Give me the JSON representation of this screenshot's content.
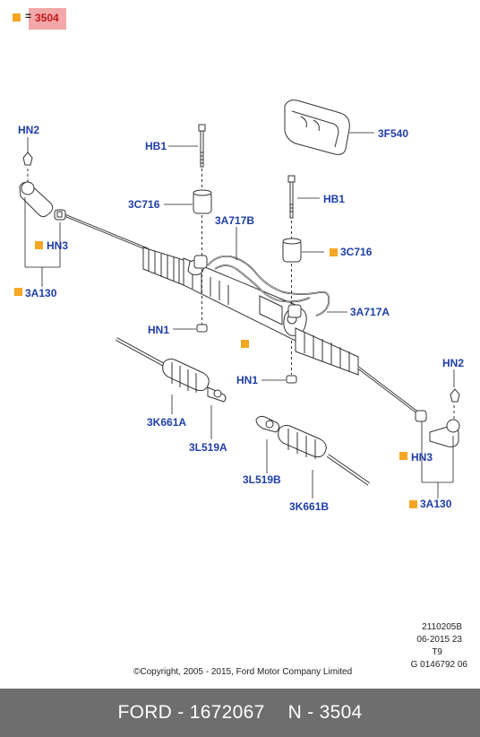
{
  "legend": {
    "symbol_color": "#f5a623",
    "equals": "=",
    "part_number": "3504",
    "highlight_color": "#f3a7a9"
  },
  "labels": {
    "hn2_left": "HN2",
    "hn3_left": "HN3",
    "a130_left": "3A130",
    "hb1_top": "HB1",
    "c716_left": "3C716",
    "a717b": "3A717B",
    "f540": "3F540",
    "hb1_right": "HB1",
    "c716_right": "3C716",
    "a717a": "3A717A",
    "hn1_left": "HN1",
    "hn1_right": "HN1",
    "hn2_right": "HN2",
    "hn3_right": "HN3",
    "a130_right": "3A130",
    "k661a": "3K661A",
    "l519a": "3L519A",
    "l519b": "3L519B",
    "k661b": "3K661B"
  },
  "meta": {
    "line1": "2110205B",
    "line2": "06-2015 23",
    "line3": "T9",
    "line4": "G 0146792 06",
    "copyright": "©Copyright, 2005 - 2015, Ford Motor Company Limited"
  },
  "footer": {
    "brand": "FORD - 1672067",
    "code": "N - 3504"
  },
  "colors": {
    "label": "#1f3ea8",
    "marker": "#f5a623",
    "footer_bg": "#6e6e6e"
  }
}
